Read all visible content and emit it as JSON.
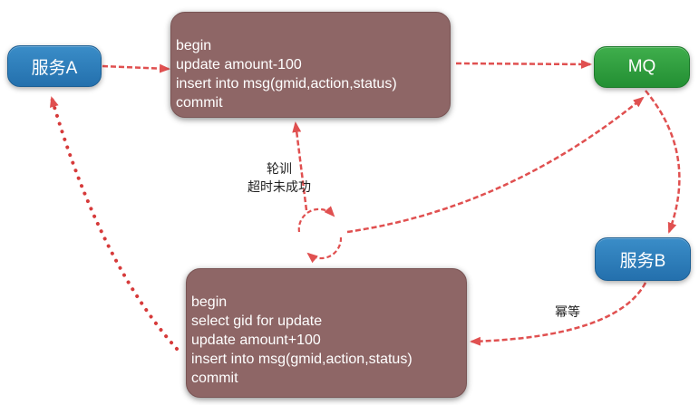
{
  "nodes": {
    "service_a": "服务A",
    "mq": "MQ",
    "service_b": "服务B"
  },
  "top_block": {
    "lines": [
      "begin",
      "update amount-100",
      "insert into msg(gmid,action,status)",
      "commit"
    ]
  },
  "bottom_block": {
    "lines": [
      "begin",
      "select gid for update",
      "update amount+100",
      "insert into msg(gmid,action,status)",
      "commit"
    ]
  },
  "labels": {
    "polling_line1": "轮训",
    "polling_line2": "超时未成功",
    "idempotent": "幂等"
  },
  "colors": {
    "service_box": "#2a7ab8",
    "mq_box": "#2e9e3e",
    "code_box": "#8e6666",
    "arrow": "#e05050"
  }
}
